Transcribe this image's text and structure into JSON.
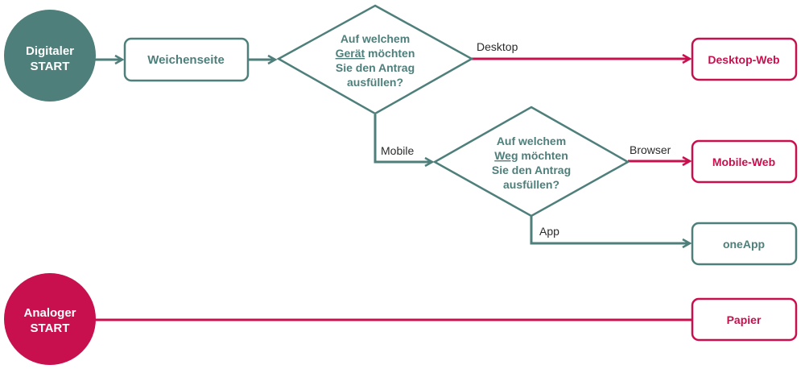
{
  "colors": {
    "teal": "#4e7f7b",
    "crimson": "#c8104f",
    "text_dark": "#2b2b2b",
    "white": "#ffffff"
  },
  "start_digital": {
    "line1": "Digitaler",
    "line2": "START"
  },
  "start_analog": {
    "line1": "Analoger",
    "line2": "START"
  },
  "node_weichenseite": "Weichenseite",
  "decision_device": {
    "line1": "Auf welchem",
    "line2_underlined": "Gerät",
    "line2_rest": " möchten",
    "line3": "Sie den Antrag",
    "line4": "ausfüllen?"
  },
  "decision_way": {
    "line1": "Auf welchem",
    "line2_underlined": "Weg",
    "line2_rest": " möchten",
    "line3": "Sie den Antrag",
    "line4": "ausfüllen?"
  },
  "edge_labels": {
    "desktop": "Desktop",
    "mobile": "Mobile",
    "browser": "Browser",
    "app": "App"
  },
  "outcomes": {
    "desktop_web": "Desktop-Web",
    "mobile_web": "Mobile-Web",
    "oneapp": "oneApp",
    "papier": "Papier"
  }
}
